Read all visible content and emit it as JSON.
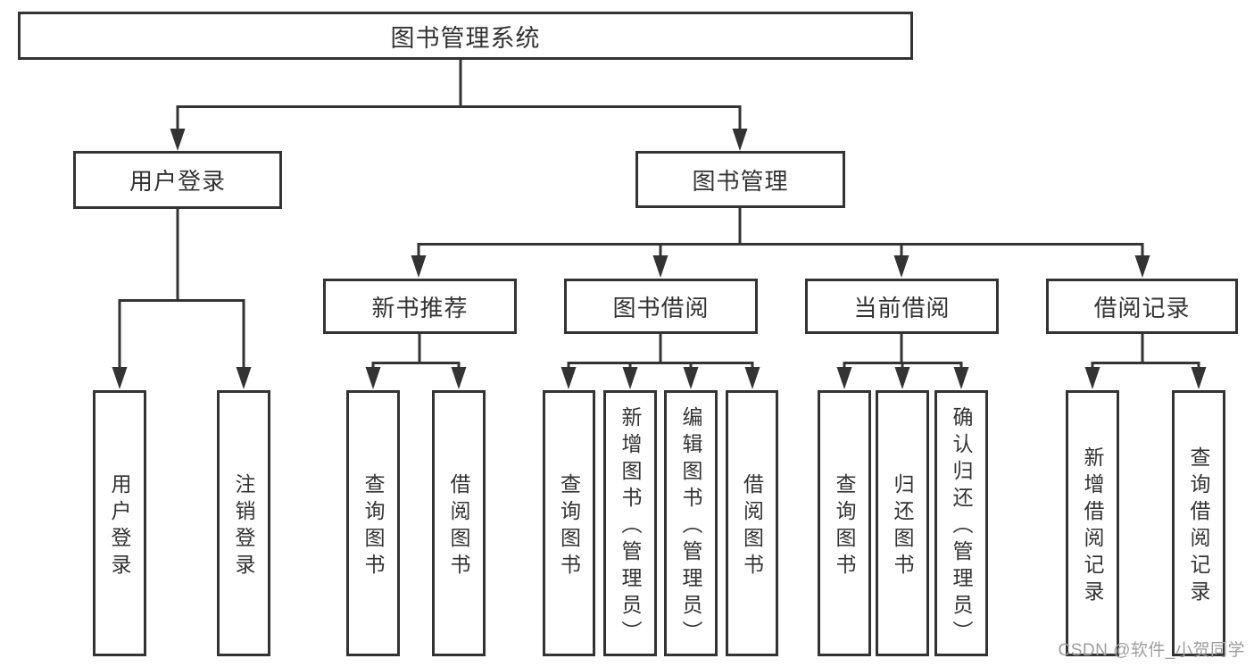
{
  "diagram": {
    "root": {
      "label": "图书管理系统"
    },
    "userLogin": {
      "label": "用户登录",
      "children": {
        "login": {
          "label": "用户登录"
        },
        "logout": {
          "label": "注销登录"
        }
      }
    },
    "bookMgmt": {
      "label": "图书管理",
      "children": {
        "newBookRec": {
          "label": "新书推荐",
          "children": {
            "query": {
              "label": "查询图书"
            },
            "borrow": {
              "label": "借阅图书"
            }
          }
        },
        "bookBorrow": {
          "label": "图书借阅",
          "children": {
            "query": {
              "label": "查询图书"
            },
            "add": {
              "label": "新增图书（管理员）"
            },
            "edit": {
              "label": "编辑图书（管理员）"
            },
            "borrow": {
              "label": "借阅图书"
            }
          }
        },
        "currentBorrow": {
          "label": "当前借阅",
          "children": {
            "query": {
              "label": "查询图书"
            },
            "return": {
              "label": "归还图书"
            },
            "confirm": {
              "label": "确认归还（管理员）"
            }
          }
        },
        "borrowRecords": {
          "label": "借阅记录",
          "children": {
            "add": {
              "label": "新增借阅记录"
            },
            "query": {
              "label": "查询借阅记录"
            }
          }
        }
      }
    }
  },
  "watermark": {
    "text": "CSDN @软件_小贺同学"
  },
  "colors": {
    "line": "#333333",
    "text": "#333333",
    "watermark": "#9E9E9E",
    "background": "#FFFFFF"
  }
}
